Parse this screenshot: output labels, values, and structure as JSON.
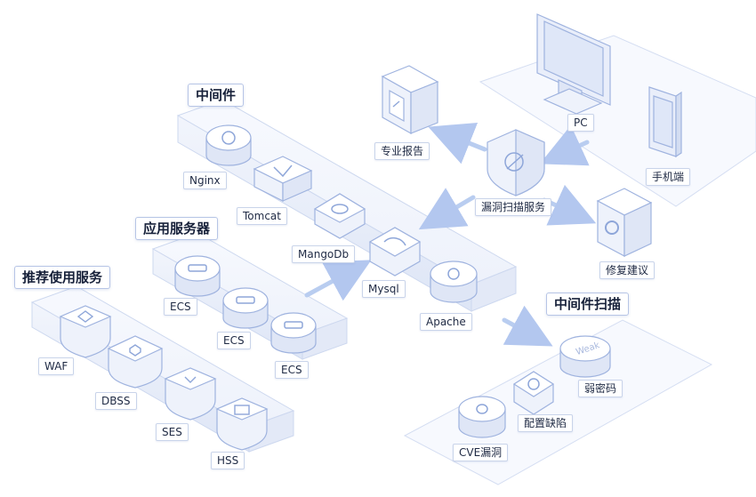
{
  "groups": {
    "middleware": "中间件",
    "app_server": "应用服务器",
    "recommended": "推荐使用服务",
    "middleware_scan": "中间件扫描"
  },
  "nodes": {
    "nginx": "Nginx",
    "tomcat": "Tomcat",
    "mangodb": "MangoDb",
    "mysql": "Mysql",
    "apache": "Apache",
    "ecs1": "ECS",
    "ecs2": "ECS",
    "ecs3": "ECS",
    "waf": "WAF",
    "dbss": "DBSS",
    "ses": "SES",
    "hss": "HSS",
    "report": "专业报告",
    "scan_service": "漏洞扫描服务",
    "pc": "PC",
    "mobile": "手机端",
    "repair": "修复建议",
    "cve": "CVE漏洞",
    "config_defect": "配置缺陷",
    "weak_password": "弱密码",
    "weak_glyph": "Weak"
  },
  "colors": {
    "outline": "#a9bbe3",
    "face_top": "#ffffff",
    "face_left": "#eef2fb",
    "face_right": "#dfe6f6",
    "arrow": "#b9cdf0",
    "platform": "#f3f6fd"
  }
}
